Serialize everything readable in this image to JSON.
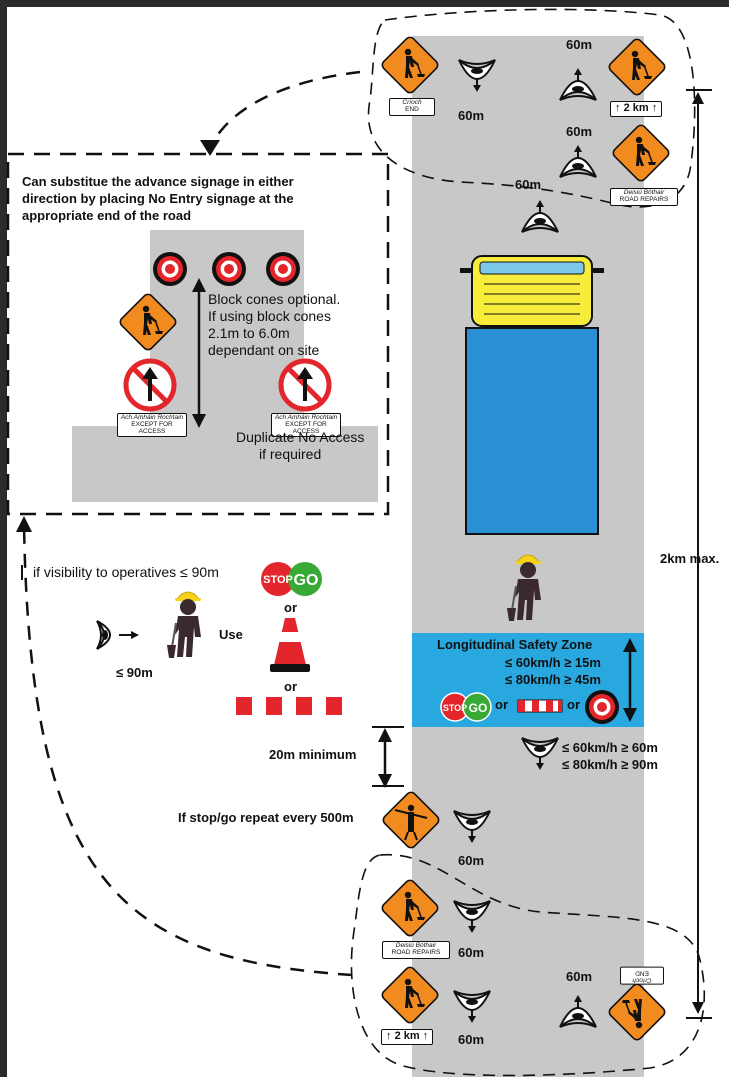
{
  "advance_box": {
    "heading_line1": "Can substitue the advance signage in either",
    "heading_line2": "direction by placing No Entry signage at the",
    "heading_line3": "appropriate end of the road",
    "block_cones_line1": "Block cones optional.",
    "block_cones_line2": "If using block cones",
    "block_cones_line3": "2.1m to 6.0m",
    "block_cones_line4": "dependant on site",
    "plate_irish": "Ach Amháin Rochtain",
    "plate_english": "EXCEPT FOR ACCESS",
    "duplicate_line1": "Duplicate No Access",
    "duplicate_line2": "if required"
  },
  "visibility": {
    "label": "if visibility to operatives ≤ 90m",
    "eye_distance": "≤ 90m",
    "use": "Use",
    "or1": "or",
    "or2": "or",
    "stop": "STOP",
    "go": "GO"
  },
  "safety_zone": {
    "title": "Longitudinal Safety Zone",
    "line1": "≤ 60km/h ≥ 15m",
    "line2": "≤ 80km/h ≥ 45m",
    "or1": "or",
    "or2": "or"
  },
  "sight": {
    "line1": "≤ 60km/h ≥ 60m",
    "line2": "≤ 80km/h ≥ 90m"
  },
  "labels": {
    "twenty_min": "20m minimum",
    "repeat": "If stop/go repeat every 500m",
    "two_km_max": "2km max.",
    "sixty": "60m"
  },
  "plates": {
    "end_irish": "Críoch",
    "end_english": "END",
    "repairs_irish": "Deisiú Bóthair",
    "repairs_english": "ROAD REPAIRS",
    "two_km": "2 km"
  },
  "colors": {
    "road": "#c8c8c8",
    "sign_orange": "#f18a1f",
    "zone_blue": "#29a8e0",
    "vehicle_blue": "#2a8fd4",
    "vehicle_yellow": "#f7ec3a",
    "stop_red": "#e3262c",
    "go_green": "#39a935"
  }
}
